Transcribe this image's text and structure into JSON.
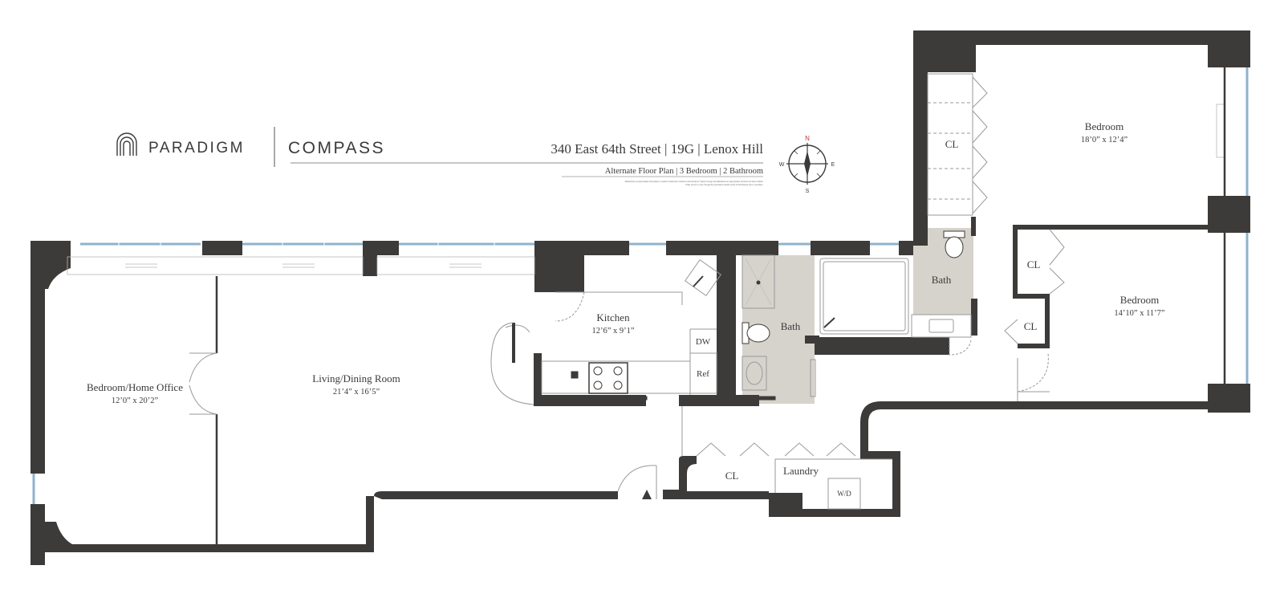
{
  "header": {
    "brand_left": "PARADIGM",
    "brand_right": "COMPASS",
    "address": "340 East 64th Street | 19G | Lenox Hill",
    "subtitle": "Alternate Floor Plan | 3 Bedroom | 2 Bathroom",
    "disclaimer_line1": "Dimensions are approximate and subject to normal construction variances and tolerances. Square footage and dimensions are approximate and have not been verified.",
    "disclaimer_line2": "Plans are not to scale. Prospective purchasers should verify all information prior to purchase."
  },
  "compass": {
    "n": "N",
    "s": "S",
    "e": "E",
    "w": "W"
  },
  "rooms": {
    "bedroom_office": {
      "name": "Bedroom/Home Office",
      "dim": "12’0” x 20’2”"
    },
    "living": {
      "name": "Living/Dining Room",
      "dim": "21’4” x 16’5”"
    },
    "kitchen": {
      "name": "Kitchen",
      "dim": "12’6” x 9’1”"
    },
    "dw": "DW",
    "ref": "Ref",
    "bath1": "Bath",
    "bath2": "Bath",
    "bedroom1": {
      "name": "Bedroom",
      "dim": "18’0” x 12’4”"
    },
    "bedroom2": {
      "name": "Bedroom",
      "dim": "14’10” x 11’7”"
    },
    "cl_top": "CL",
    "cl_b2a": "CL",
    "cl_b2b": "CL",
    "cl_hall": "CL",
    "laundry": "Laundry",
    "wd": "W/D"
  },
  "colors": {
    "wall": "#3d3b39",
    "window": "#8fb3cc",
    "bath_floor": "#d6d3cc",
    "line": "#9a9a9a"
  }
}
